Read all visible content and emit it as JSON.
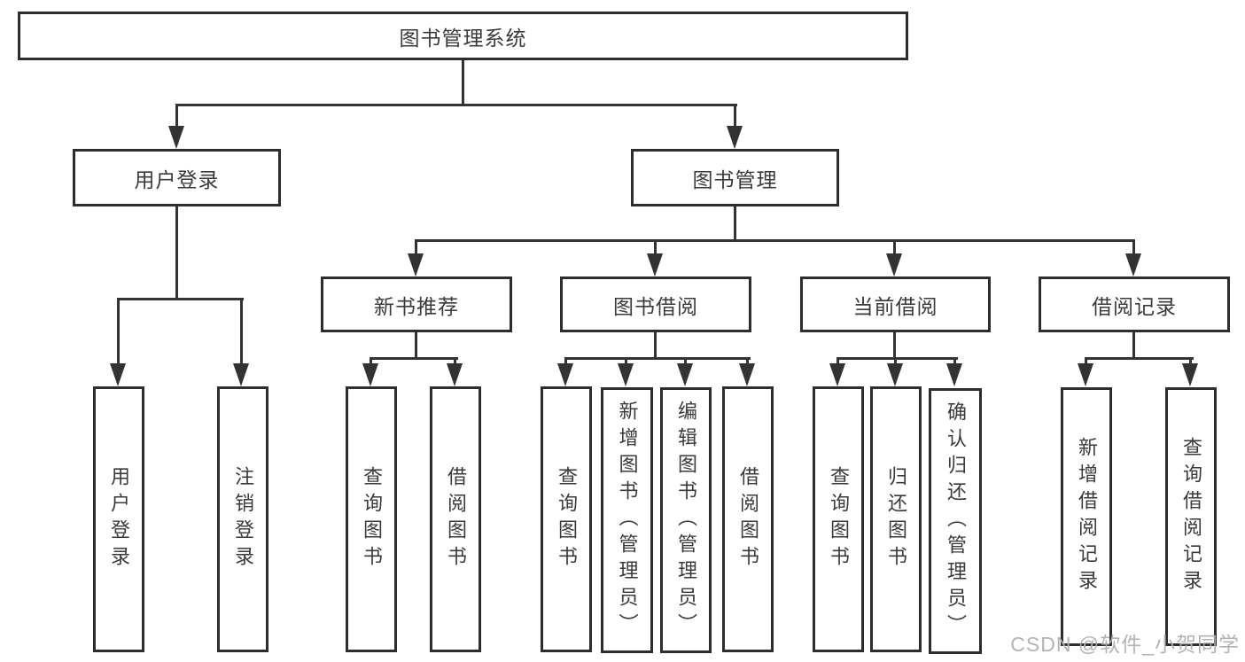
{
  "diagram": {
    "root": "图书管理系统",
    "modules": {
      "user_login": "用户登录",
      "book_mgmt": "图书管理"
    },
    "sections": {
      "new_books": "新书推荐",
      "borrowing": "图书借阅",
      "current": "当前借阅",
      "records": "借阅记录"
    },
    "leaves": {
      "user_login": "用户登录",
      "logout": "注销登录",
      "nb_query": "查询图书",
      "nb_borrow": "借阅图书",
      "bb_query": "查询图书",
      "bb_add": "新增图书（管理员）",
      "bb_edit": "编辑图书（管理员）",
      "bb_borrow": "借阅图书",
      "cb_query": "查询图书",
      "cb_return": "归还图书",
      "cb_confirm": "确认归还（管理员）",
      "rc_add": "新增借阅记录",
      "rc_query": "查询借阅记录"
    },
    "colors": {
      "line": "#333333",
      "border": "#2d2d2d",
      "text": "#3a3a3a",
      "watermark": "#afafaf"
    },
    "watermark": "CSDN @软件_小贺同学"
  }
}
